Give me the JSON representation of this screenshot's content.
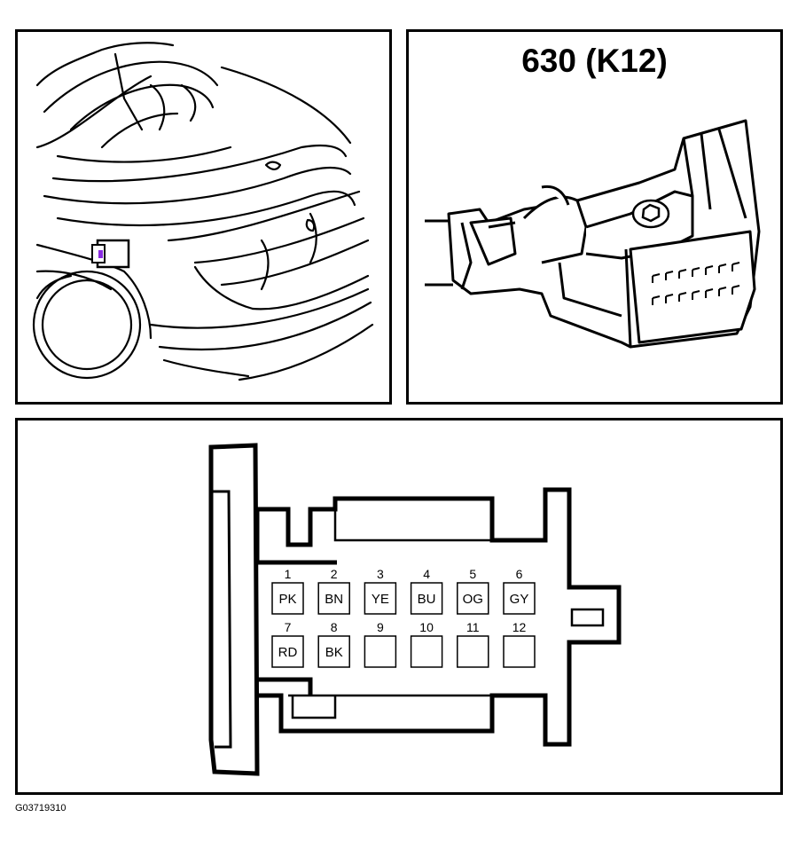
{
  "connector": {
    "title": "630 (K12)"
  },
  "pinout": {
    "pins": [
      {
        "number": "1",
        "color": "PK"
      },
      {
        "number": "2",
        "color": "BN"
      },
      {
        "number": "3",
        "color": "YE"
      },
      {
        "number": "4",
        "color": "BU"
      },
      {
        "number": "5",
        "color": "OG"
      },
      {
        "number": "6",
        "color": "GY"
      },
      {
        "number": "7",
        "color": "RD"
      },
      {
        "number": "8",
        "color": "BK"
      },
      {
        "number": "9",
        "color": ""
      },
      {
        "number": "10",
        "color": ""
      },
      {
        "number": "11",
        "color": ""
      },
      {
        "number": "12",
        "color": ""
      }
    ]
  },
  "figure_id": "G03719310",
  "colors": {
    "highlight": "#8a2be2",
    "line": "#000000"
  }
}
